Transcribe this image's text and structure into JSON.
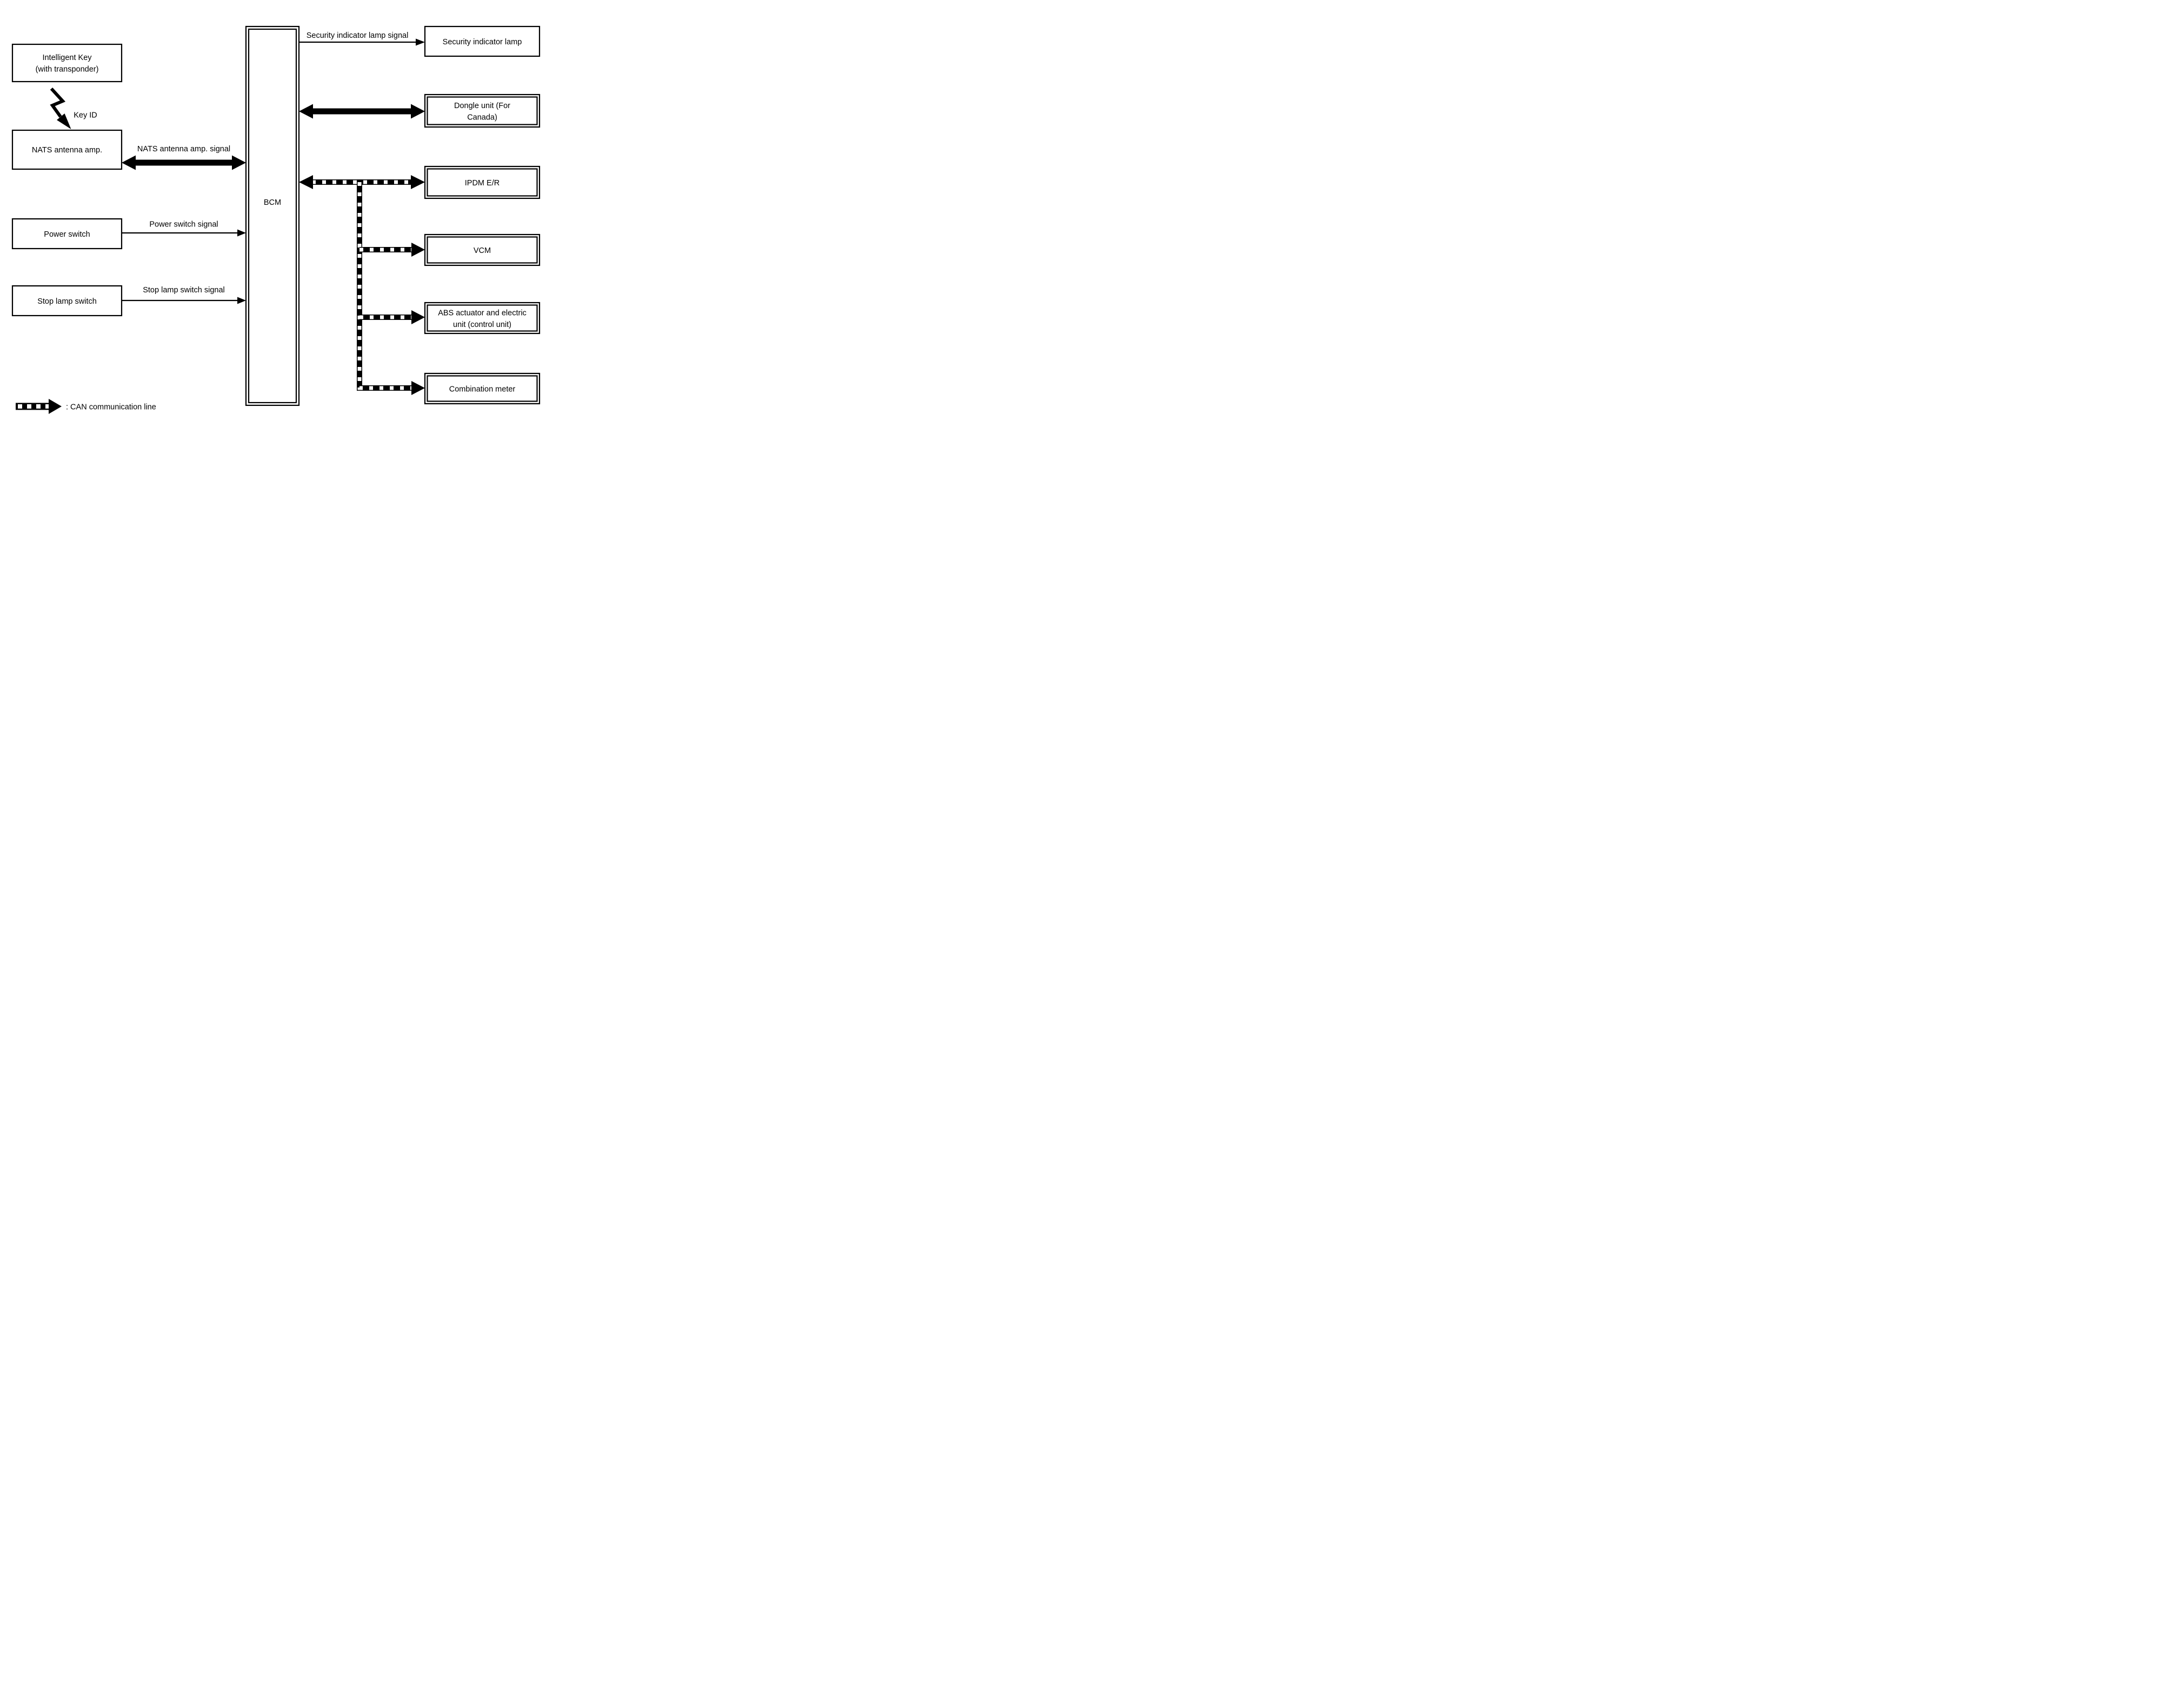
{
  "nodes": {
    "intelligent_key": {
      "line1": "Intelligent Key",
      "line2": "(with transponder)"
    },
    "nats_antenna_amp": {
      "label": "NATS antenna amp."
    },
    "power_switch": {
      "label": "Power switch"
    },
    "stop_lamp_switch": {
      "label": "Stop lamp switch"
    },
    "bcm": {
      "label": "BCM"
    },
    "security_indicator_lamp": {
      "label": "Security indicator lamp"
    },
    "dongle_unit": {
      "line1": "Dongle unit (For",
      "line2": "Canada)"
    },
    "ipdm_er": {
      "label": "IPDM E/R"
    },
    "vcm": {
      "label": "VCM"
    },
    "abs_actuator": {
      "line1": "ABS actuator and electric",
      "line2": "unit (control unit)"
    },
    "combination_meter": {
      "label": "Combination meter"
    }
  },
  "signals": {
    "key_id": "Key ID",
    "security_indicator_lamp_signal": "Security indicator lamp signal",
    "nats_antenna_amp_signal": "NATS antenna amp. signal",
    "power_switch_signal": "Power switch signal",
    "stop_lamp_switch_signal": "Stop lamp switch signal"
  },
  "legend": {
    "can_line_label": ": CAN communication line"
  },
  "colors": {
    "ink": "#000000",
    "paper": "#ffffff"
  }
}
